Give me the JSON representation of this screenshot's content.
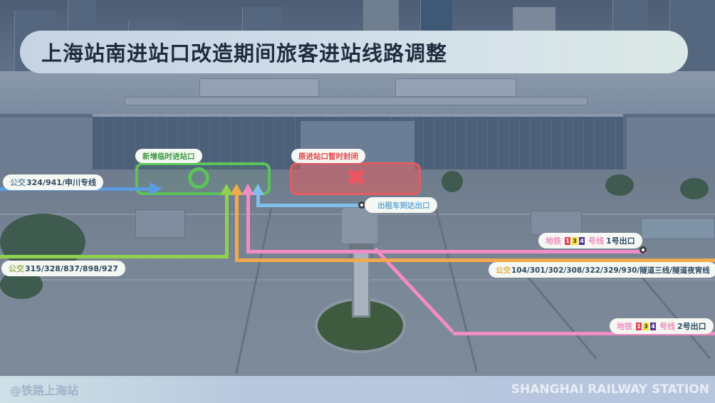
{
  "title": "上海站南进站口改造期间旅客进站线路调整",
  "zones": {
    "new_entrance": {
      "label": "新增临时进站口",
      "color": "#5cc25a",
      "icon": "circle-ring-icon"
    },
    "closed_entrance": {
      "label": "原进站口暂时封闭",
      "color": "#e25c60",
      "icon": "cross-x-icon",
      "glyph": "✖"
    }
  },
  "routes": {
    "bus_blue": {
      "prefix": "公交",
      "text": "324/941/申川专线",
      "color": "#5b9be0"
    },
    "taxi": {
      "text": "出租车到达出口",
      "color": "#7fc0ea"
    },
    "bus_green": {
      "prefix": "公交",
      "text": "315/328/837/898/927",
      "color": "#8fd14f"
    },
    "bus_orange": {
      "prefix": "公交",
      "text": "104/301/302/308/322/329/930/隧道三线/隧道夜宵线",
      "color": "#f0a94c"
    },
    "metro_exit1": {
      "prefix": "地铁",
      "lines": [
        {
          "num": "1",
          "color": "#e3404f"
        },
        {
          "num": "3",
          "color": "#f5e13a"
        },
        {
          "num": "4",
          "color": "#5a2f8f"
        }
      ],
      "line_word": "号线",
      "exit": "1号出口",
      "color": "#f28bc6"
    },
    "metro_exit2": {
      "prefix": "地铁",
      "lines": [
        {
          "num": "1",
          "color": "#e3404f"
        },
        {
          "num": "3",
          "color": "#f5e13a"
        },
        {
          "num": "4",
          "color": "#5a2f8f"
        }
      ],
      "line_word": "号线",
      "exit": "2号出口",
      "color": "#f28bc6"
    }
  },
  "footer": {
    "handle": "@铁路上海站",
    "station": "SHANGHAI RAILWAY STATION"
  }
}
